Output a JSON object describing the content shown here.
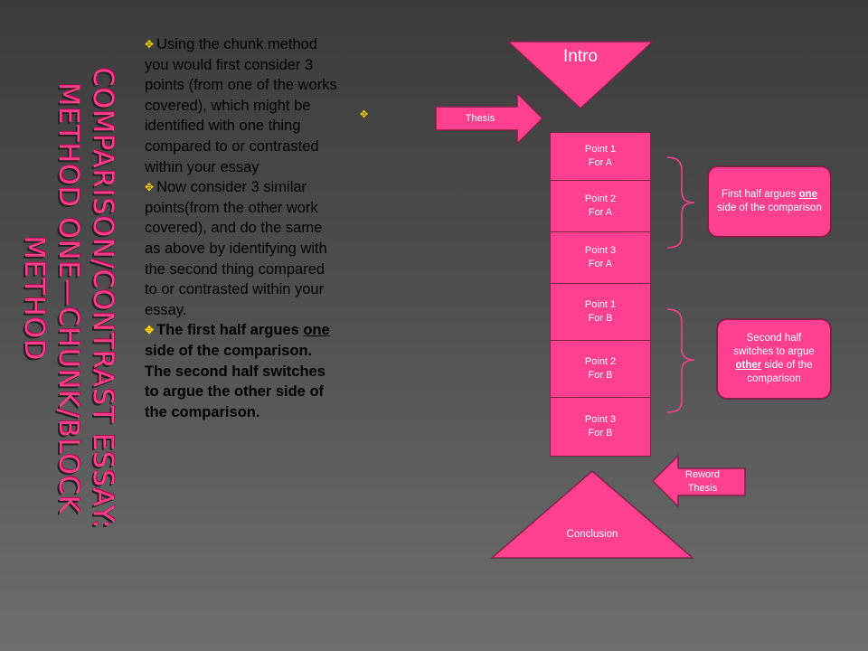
{
  "title": "Comparison/Contrast Essay: Method One—Chunk/Block Method",
  "bullets": {
    "b1": "Using the chunk method you would first consider 3 points (from one of the works covered), which might be identified with one thing compared to or contrasted within your essay",
    "b2": "Now consider 3 similar points(from the other work covered), and do the same as above by identifying with the second thing compared to or contrasted within your essay.",
    "b3_pre": "The first half argues ",
    "b3_u": "one",
    "b3_post": " side of the comparison.  The second half switches to argue the other side of the comparison."
  },
  "diagram": {
    "intro": "Intro",
    "thesis": "Thesis",
    "points": [
      {
        "line1": "Point 1",
        "line2": "For A"
      },
      {
        "line1": "Point 2",
        "line2": "For A"
      },
      {
        "line1": "Point 3",
        "line2": "For A"
      },
      {
        "line1": "Point 1",
        "line2": "For B"
      },
      {
        "line1": "Point 2",
        "line2": "For B"
      },
      {
        "line1": "Point 3",
        "line2": "For B"
      }
    ],
    "first_half": {
      "pre": "First half argues ",
      "u": "one",
      "post": " side of the comparison"
    },
    "second_half": {
      "pre": "Second half switches to argue ",
      "u": "other",
      "post": " side of the comparison"
    },
    "reword": "Reword Thesis",
    "conclusion": "Conclusion"
  },
  "colors": {
    "accent": "#ff3f8f",
    "title": "#ff3e8a",
    "bullet_star": "#ffd400"
  }
}
